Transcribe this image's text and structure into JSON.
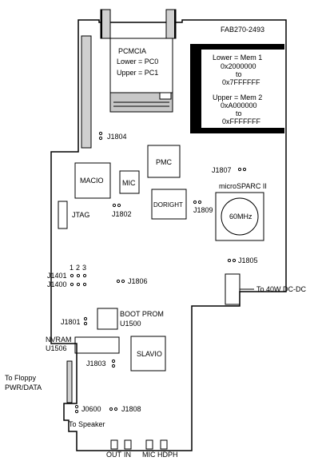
{
  "board_id": "FAB270-2493",
  "pcmcia": {
    "title": "PCMCIA",
    "lower": "Lower = PC0",
    "upper": "Upper = PC1"
  },
  "memory": {
    "lower_title": "Lower = Mem 1",
    "lower_start": "0x2000000",
    "lower_to": "to",
    "lower_end": "0x7FFFFFF",
    "upper_title": "Upper = Mem 2",
    "upper_start": "0xA000000",
    "upper_to": "to",
    "upper_end": "0xFFFFFFF"
  },
  "chips": {
    "pmc": "PMC",
    "macio": "MACIO",
    "mic": "MIC",
    "doright": "DORIGHT",
    "microsparc": "microSPARC II",
    "clock": "60MHz",
    "slavio": "SLAVIO",
    "bootprom": "BOOT PROM",
    "bootprom_id": "U1500",
    "nvram": "NVRAM",
    "nvram_id": "U1506",
    "jtag": "JTAG"
  },
  "jumpers": {
    "j1804": "J1804",
    "j1807": "J1807",
    "j1802": "J1802",
    "j1809": "J1809",
    "j1805": "J1805",
    "j1401": "J1401",
    "j1400": "J1400",
    "j1806": "J1806",
    "j1801": "J1801",
    "j1803": "J1803",
    "j0600": "J0600",
    "j1808": "J1808",
    "pin1": "1",
    "pin2": "2",
    "pin3": "3"
  },
  "connectors": {
    "dcdc": "To 40W DC-DC",
    "floppy_1": "To Floppy",
    "floppy_2": "PWR/DATA",
    "speaker": "To Speaker"
  },
  "audio": {
    "out": "OUT",
    "in": "IN",
    "mic": "MIC",
    "hdph": "HDPH"
  }
}
